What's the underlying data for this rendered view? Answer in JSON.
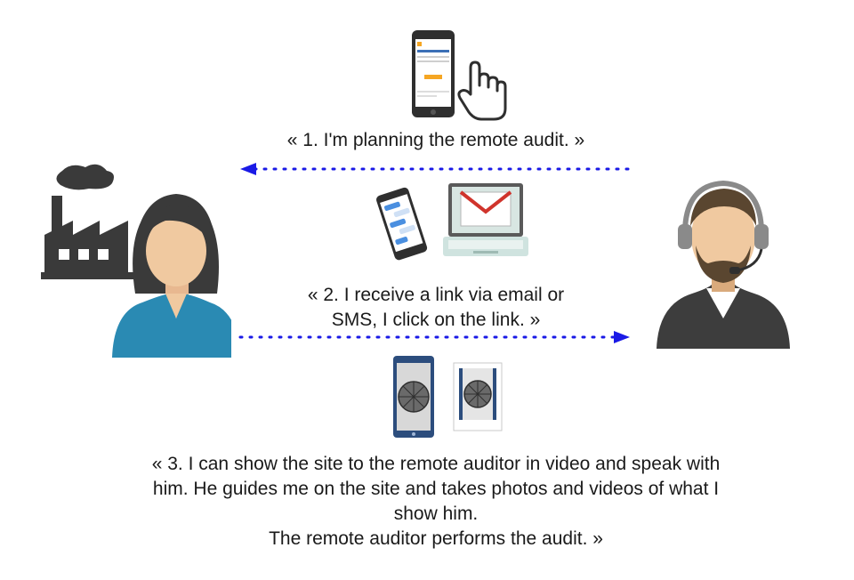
{
  "steps": [
    {
      "number": 1,
      "lines": [
        "« 1. I'm planning the remote audit. »"
      ]
    },
    {
      "number": 2,
      "lines": [
        "« 2. I receive a link via email or",
        "SMS, I click on the link. »"
      ]
    },
    {
      "number": 3,
      "lines": [
        "« 3. I can show the site to the remote auditor in video and speak with",
        "him. He guides me on the site and takes photos and videos of what I",
        "show him.",
        "The remote auditor performs the audit. »"
      ]
    }
  ],
  "arrows": [
    {
      "from": "remote-auditor",
      "to": "site-user",
      "direction": "left",
      "style": "dotted"
    },
    {
      "from": "site-user",
      "to": "remote-auditor",
      "direction": "right",
      "style": "dotted"
    }
  ],
  "colors": {
    "arrow": "#1a1ae6",
    "skin": "#f0c9a0",
    "hair_woman": "#3a3a3a",
    "shirt_woman": "#2a8ab3",
    "factory": "#3a3a3a",
    "auditor_jacket": "#3d3d3d",
    "headset": "#8a8a8a",
    "accent_orange": "#f5a623"
  },
  "icons": [
    "smartphone-with-pointing-hand-icon",
    "phone-and-laptop-email-icon",
    "tablet-and-photo-wheel-icon",
    "factory-icon",
    "woman-avatar-icon",
    "auditor-headset-avatar-icon"
  ]
}
